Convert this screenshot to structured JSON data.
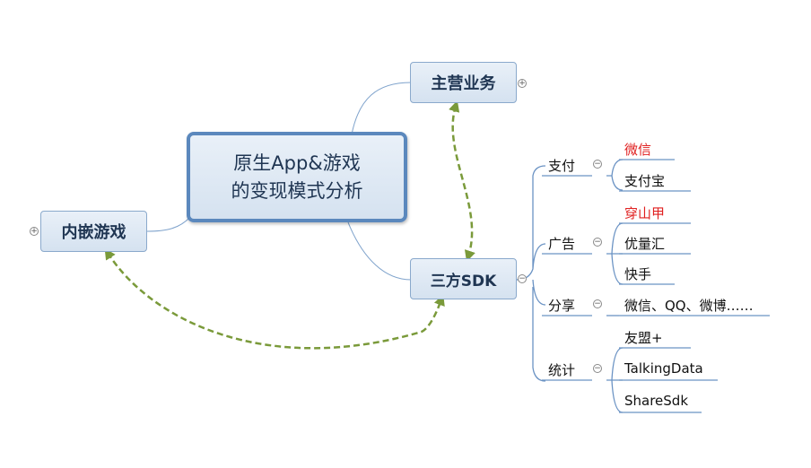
{
  "central": {
    "line1": "原生App&游戏",
    "line2": "的变现模式分析"
  },
  "main_business": {
    "label": "主营业务"
  },
  "embedded_games": {
    "label": "内嵌游戏"
  },
  "third_party_sdk": {
    "label": "三方SDK"
  },
  "sdk_categories": [
    {
      "label": "支付",
      "items": [
        {
          "label": "微信",
          "highlight": true
        },
        {
          "label": "支付宝",
          "highlight": false
        }
      ]
    },
    {
      "label": "广告",
      "items": [
        {
          "label": "穿山甲",
          "highlight": true
        },
        {
          "label": "优量汇",
          "highlight": false
        },
        {
          "label": "快手",
          "highlight": false
        }
      ]
    },
    {
      "label": "分享",
      "items": [
        {
          "label": "微信、QQ、微博……",
          "highlight": false
        }
      ]
    },
    {
      "label": "统计",
      "items": [
        {
          "label": "友盟+",
          "highlight": false
        },
        {
          "label": "TalkingData",
          "highlight": false
        },
        {
          "label": "ShareSdk",
          "highlight": false
        }
      ]
    }
  ],
  "toggles": {
    "expand": "+",
    "collapse": "−"
  },
  "colors": {
    "highlight": "#e02020",
    "link_dashed": "#7a9a3a",
    "branch": "#6b93c4",
    "node_border": "#8aa9cc"
  }
}
